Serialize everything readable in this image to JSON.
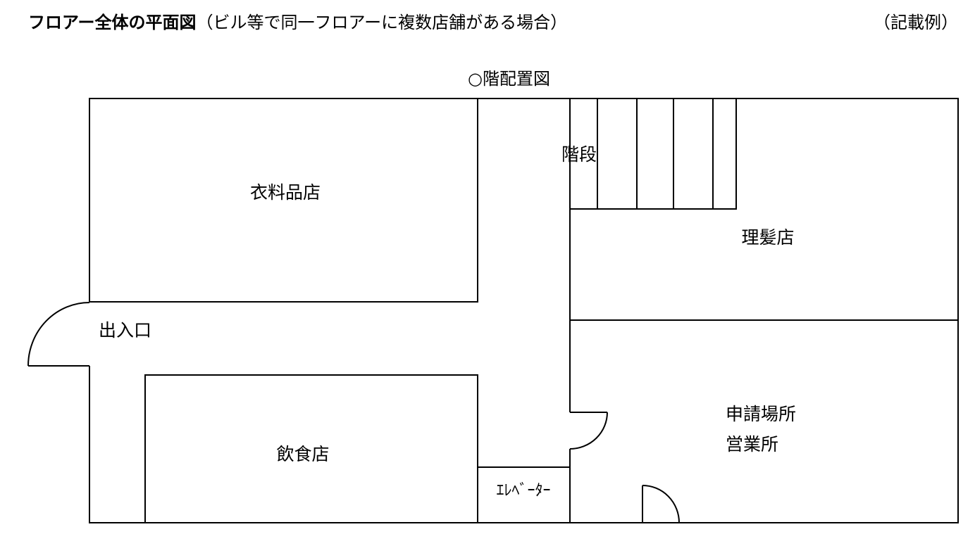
{
  "header": {
    "title_bold": "フロアー全体の平面図",
    "title_normal": "（ビル等で同一フロアーに複数店舗がある場合）",
    "example_label": "（記載例）"
  },
  "floor": {
    "title": "○階配置図"
  },
  "rooms": {
    "clothing": "衣料品店",
    "stairs": "階段",
    "barber": "理髪店",
    "entrance": "出入口",
    "restaurant": "飲食店",
    "elevator": "ｴﾚﾍﾞｰﾀｰ",
    "application_line1": "申請場所",
    "application_line2": "営業所"
  }
}
